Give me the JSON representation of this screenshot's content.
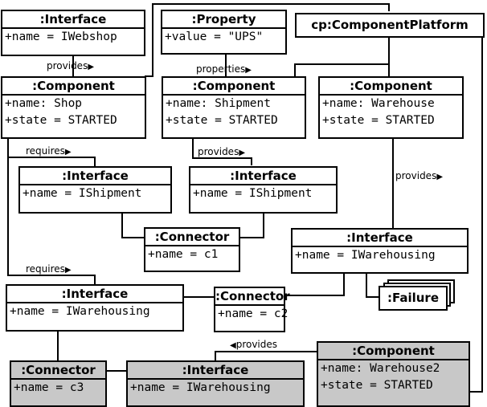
{
  "boxes": {
    "iface_webshop": {
      "title": ":Interface",
      "attrs": [
        "+name = IWebshop"
      ]
    },
    "property_ups": {
      "title": ":Property",
      "attrs": [
        "+value = \"UPS\""
      ]
    },
    "platform": {
      "title": "cp:ComponentPlatform"
    },
    "comp_shop": {
      "title": ":Component",
      "attrs": [
        "+name: Shop",
        "+state = STARTED"
      ]
    },
    "comp_shipment": {
      "title": ":Component",
      "attrs": [
        "+name: Shipment",
        "+state = STARTED"
      ]
    },
    "comp_warehouse": {
      "title": ":Component",
      "attrs": [
        "+name: Warehouse",
        "+state = STARTED"
      ]
    },
    "iface_ishipment_1": {
      "title": ":Interface",
      "attrs": [
        "+name = IShipment"
      ]
    },
    "iface_ishipment_2": {
      "title": ":Interface",
      "attrs": [
        "+name = IShipment"
      ]
    },
    "connector_c1": {
      "title": ":Connector",
      "attrs": [
        "+name = c1"
      ]
    },
    "iface_iwarehousing_right": {
      "title": ":Interface",
      "attrs": [
        "+name = IWarehousing"
      ]
    },
    "failure": {
      "title": ":Failure"
    },
    "iface_iwarehousing_left": {
      "title": ":Interface",
      "attrs": [
        "+name = IWarehousing"
      ]
    },
    "connector_c2": {
      "title": ":Connector",
      "attrs": [
        "+name = c2"
      ]
    },
    "connector_c3": {
      "title": ":Connector",
      "attrs": [
        "+name = c3"
      ]
    },
    "iface_iwarehousing_gray": {
      "title": ":Interface",
      "attrs": [
        "+name = IWarehousing"
      ]
    },
    "comp_warehouse2": {
      "title": ":Component",
      "attrs": [
        "+name: Warehouse2",
        "+state = STARTED"
      ]
    }
  },
  "labels": {
    "provides_1": "provides",
    "properties": "properties",
    "requires_1": "requires",
    "provides_2": "provides",
    "provides_3": "provides",
    "requires_2": "requires",
    "provides_4": "provides"
  },
  "colors": {
    "gray_fill": "#c8c8c8",
    "stroke": "#000000"
  }
}
